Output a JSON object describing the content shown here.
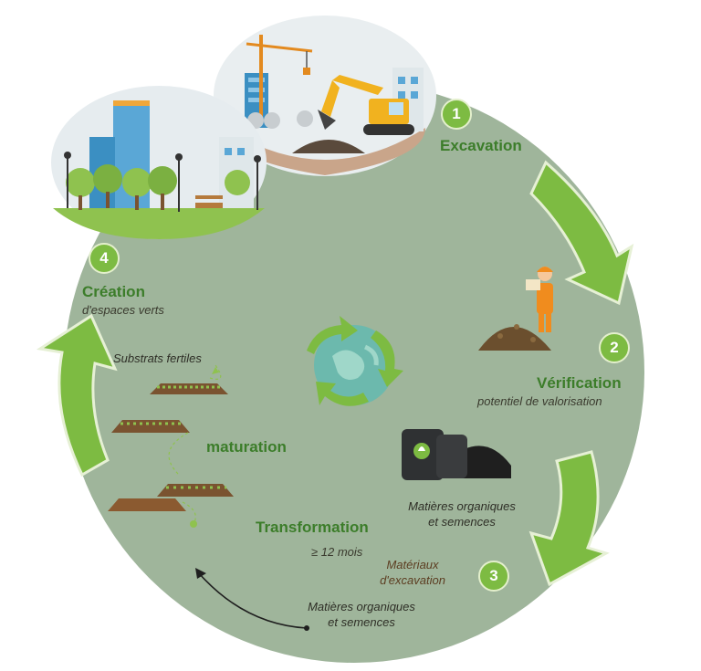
{
  "colors": {
    "background_circle": "#9fb59b",
    "arrow_green": "#7dbb42",
    "title_green": "#3c7d2a",
    "badge_green": "#7dbb42"
  },
  "steps": [
    {
      "number": "1",
      "title": "Excavation",
      "subtitle": ""
    },
    {
      "number": "2",
      "title": "Vérification",
      "subtitle": "potentiel de valorisation"
    },
    {
      "number": "3",
      "title": "Transformation",
      "subtitle": "≥ 12 mois"
    },
    {
      "number": "4",
      "title": "Création",
      "subtitle": "d'espaces verts"
    }
  ],
  "labels": {
    "substrats": "Substrats fertiles",
    "maturation": "maturation",
    "organic_top_line1": "Matières organiques",
    "organic_top_line2": "et semences",
    "materiaux_line1": "Matériaux",
    "materiaux_line2": "d'excavation",
    "organic_bottom_line1": "Matières organiques",
    "organic_bottom_line2": "et semences"
  },
  "icons": {
    "center": "recycle-globe-icon",
    "construction": "construction-site-illustration",
    "city_park": "city-park-illustration",
    "worker": "worker-inspection-illustration",
    "bags": "organic-bags-illustration",
    "windrows": "compost-windrows-illustration"
  }
}
